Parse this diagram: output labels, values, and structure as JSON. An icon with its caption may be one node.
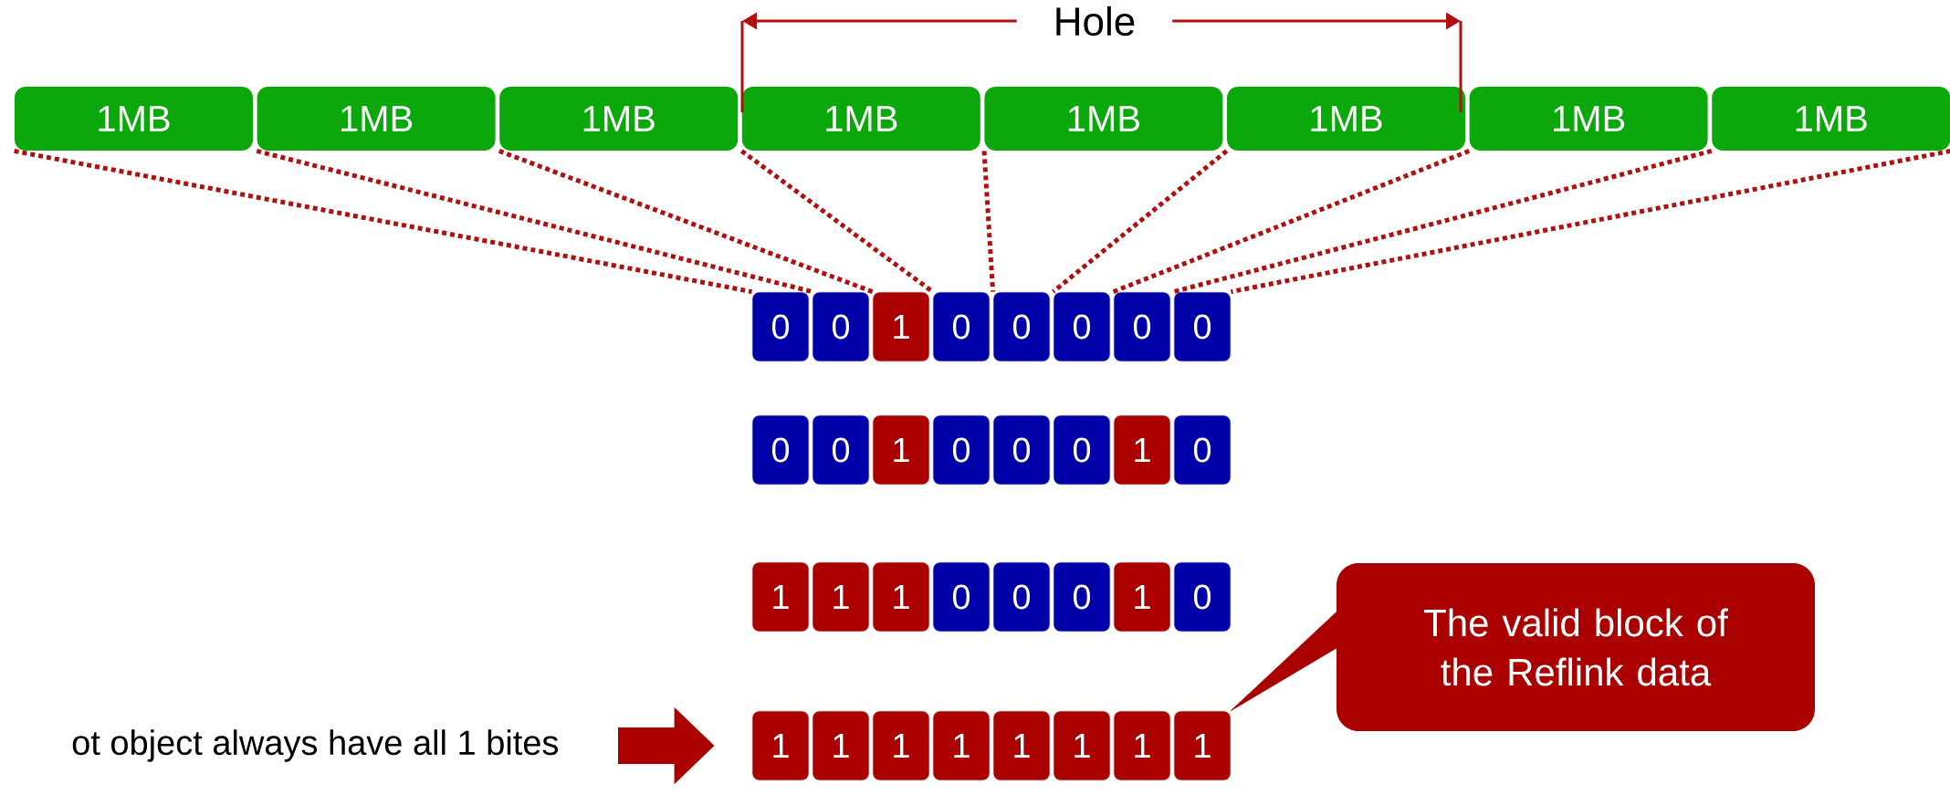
{
  "diagram": {
    "nodes": [
      {
        "text": [
          "1MB"
        ]
      },
      {
        "text": [
          "1MB"
        ]
      },
      {
        "text": [
          "1MB"
        ]
      },
      {
        "text": [
          "1MB"
        ]
      },
      {
        "text": [
          "1MB"
        ]
      },
      {
        "text": [
          "1MB"
        ]
      },
      {
        "text": [
          "1MB"
        ]
      },
      {
        "text": [
          "1MB"
        ]
      },
      {
        "text": [
          "0"
        ]
      },
      {
        "text": [
          "0"
        ]
      },
      {
        "text": [
          "1"
        ]
      },
      {
        "text": [
          "0"
        ]
      },
      {
        "text": [
          "0"
        ]
      },
      {
        "text": [
          "0"
        ]
      },
      {
        "text": [
          "0"
        ]
      },
      {
        "text": [
          "0"
        ]
      },
      {
        "text": [
          "0"
        ]
      },
      {
        "text": [
          "0"
        ]
      },
      {
        "text": [
          "1"
        ]
      },
      {
        "text": [
          "0"
        ]
      },
      {
        "text": [
          "0"
        ]
      },
      {
        "text": [
          "0"
        ]
      },
      {
        "text": [
          "1"
        ]
      },
      {
        "text": [
          "0"
        ]
      },
      {
        "text": [
          "1"
        ]
      },
      {
        "text": [
          "1"
        ]
      },
      {
        "text": [
          "1"
        ]
      },
      {
        "text": [
          "0"
        ]
      },
      {
        "text": [
          "0"
        ]
      },
      {
        "text": [
          "0"
        ]
      },
      {
        "text": [
          "1"
        ]
      },
      {
        "text": [
          "0"
        ]
      },
      {
        "text": [
          "1"
        ]
      },
      {
        "text": [
          "1"
        ]
      },
      {
        "text": [
          "1"
        ]
      },
      {
        "text": [
          "1"
        ]
      },
      {
        "text": [
          "1"
        ]
      },
      {
        "text": [
          "1"
        ]
      },
      {
        "text": [
          "1"
        ]
      },
      {
        "text": [
          "1"
        ]
      },
      {
        "text": [
          "The valid block of the Reflink data"
        ]
      },
      {
        "text": [
          "ot object always have all 1 bites"
        ]
      }
    ],
    "edges": [
      {
        "from": 0,
        "to": 8,
        "arrow": "none",
        "style": "dashed"
      },
      {
        "from": 1,
        "to": 9,
        "arrow": "none",
        "style": "dashed"
      },
      {
        "from": 2,
        "to": 10,
        "arrow": "none",
        "style": "dashed"
      },
      {
        "from": 3,
        "to": 11,
        "arrow": "none",
        "style": "dashed"
      },
      {
        "from": 4,
        "to": 12,
        "arrow": "none",
        "style": "dashed"
      },
      {
        "from": 5,
        "to": 13,
        "arrow": "none",
        "style": "dashed"
      },
      {
        "from": 6,
        "to": 14,
        "arrow": "none",
        "style": "dashed"
      },
      {
        "from": 7,
        "to": 15,
        "arrow": "none",
        "style": "dashed"
      },
      {
        "from": 7,
        "to": 15,
        "arrow": "none",
        "style": "dashed"
      },
      {
        "from": 40,
        "to": 39,
        "arrow": "none"
      },
      {
        "from": 41,
        "to": 32,
        "arrow": "to",
        "style": "thick"
      }
    ],
    "labels": [
      "Hole"
    ]
  }
}
